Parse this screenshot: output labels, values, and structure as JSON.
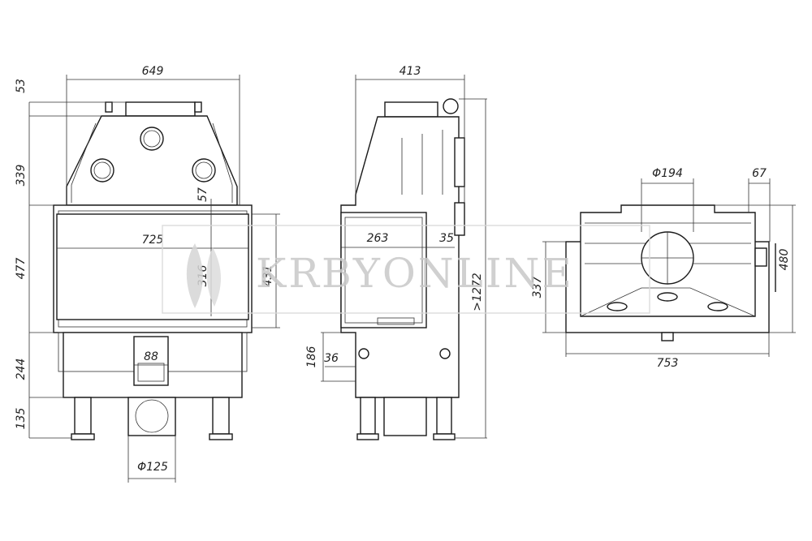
{
  "watermark": "KRBYONLINE",
  "front_view": {
    "width_top": "649",
    "h_top_collar": "53",
    "h_upper": "339",
    "h_glass_offset": "57",
    "glass_width": "725",
    "h_door": "477",
    "glass_inner_h": "316",
    "glass_outer_h": "431",
    "h_base": "244",
    "ash_box_w": "88",
    "h_legs": "135",
    "air_inlet_d": "Φ125"
  },
  "side_view": {
    "depth": "413",
    "side_glass": "263",
    "frame": "35",
    "total_height": ">1272",
    "h_lower": "186",
    "offset": "36"
  },
  "top_view": {
    "flue_d": "Φ194",
    "offset_right": "67",
    "depth_outer": "480",
    "depth_inner": "337",
    "width": "753"
  }
}
